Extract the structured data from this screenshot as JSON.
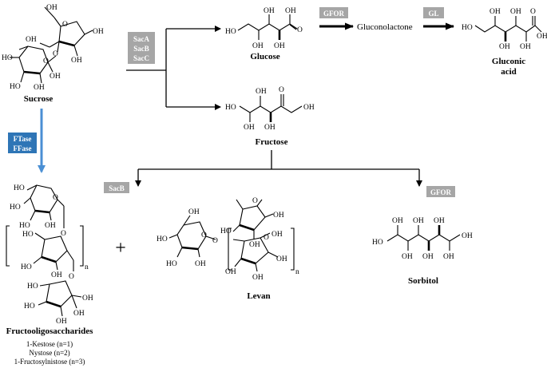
{
  "enzymes": {
    "sac": [
      "SacA",
      "SacB",
      "SacC"
    ],
    "gfor": "GFOR",
    "gl": "GL",
    "ftase": [
      "FTase",
      "FFase"
    ],
    "sacb": "SacB",
    "gfor2": "GFOR"
  },
  "compounds": {
    "sucrose": "Sucrose",
    "glucose": "Glucose",
    "gluconolactone": "Gluconolactone",
    "gluconic_acid": [
      "Gluconic",
      "acid"
    ],
    "fructose": "Fructose",
    "fos": "Fructooligosaccharides",
    "levan": "Levan",
    "sorbitol": "Sorbitol"
  },
  "fos_members": [
    "1-Kestose (n=1)",
    "Nystose (n=2)",
    "1-Fructosylnistose (n=3)"
  ],
  "plus_sign": "+",
  "atoms": {
    "oh": "OH",
    "ho": "HO",
    "o": "O",
    "n": "n"
  },
  "colors": {
    "grey_box": "#a6a6a6",
    "blue_box": "#2e75b6",
    "blue_arrow": "#4a8fd4"
  }
}
